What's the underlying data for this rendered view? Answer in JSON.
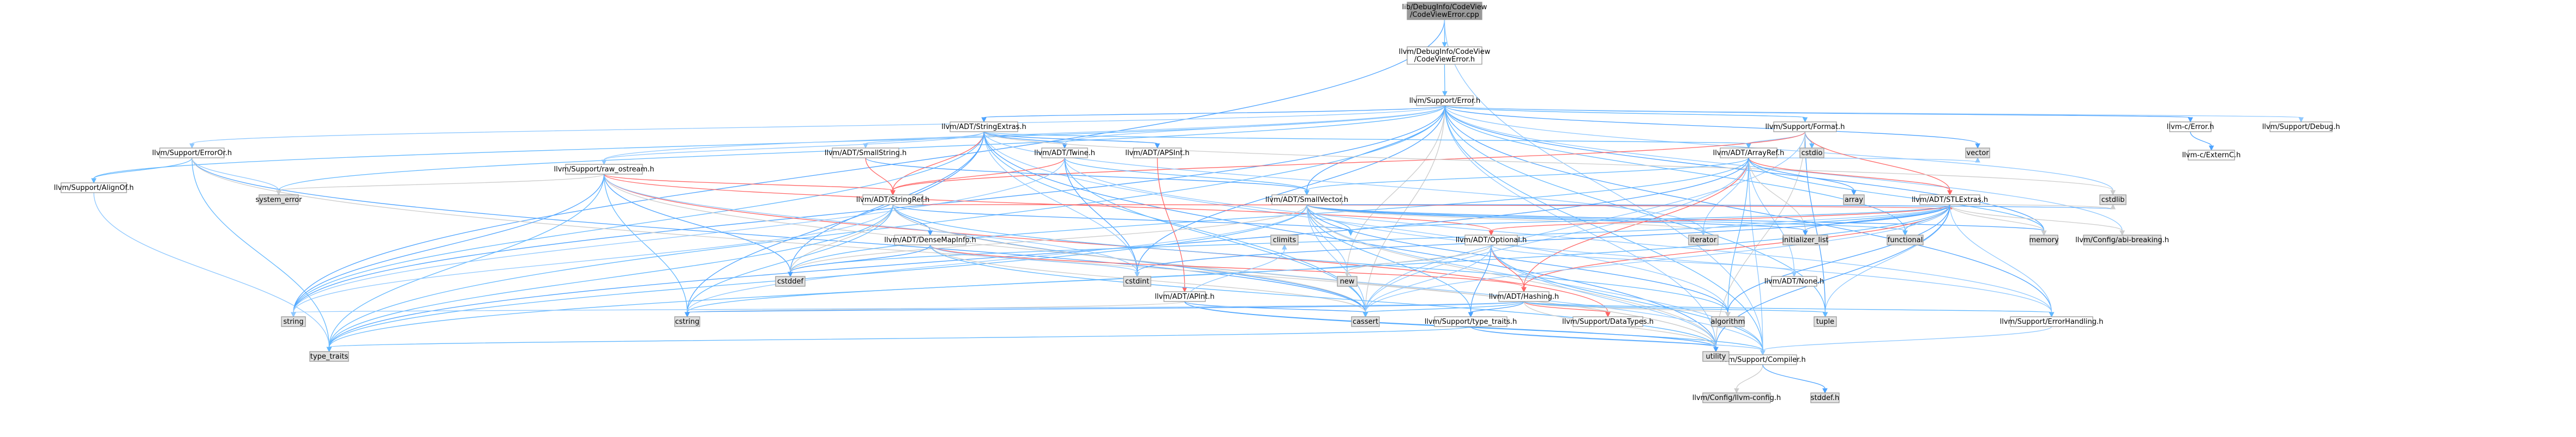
{
  "colors": {
    "root_fill": "#999999",
    "doc_fill": "#ffffff",
    "sys_fill": "#e0e0e0",
    "red_border": "#ff0000",
    "gray_border": "#999999",
    "edge_palette": [
      "#63b8ff",
      "#ff6666",
      "#cccccc",
      "#4da3ff",
      "#8fc8ff"
    ]
  },
  "nodes": [
    {
      "id": "root",
      "lines": [
        "lib/DebugInfo/CodeView",
        "/CodeViewError.cpp"
      ],
      "kind": "root"
    },
    {
      "id": "cverr",
      "lines": [
        "llvm/DebugInfo/CodeView",
        "/CodeViewError.h"
      ],
      "kind": "doc"
    },
    {
      "id": "error",
      "lines": [
        "llvm/Support/Error.h"
      ],
      "kind": "doc"
    },
    {
      "id": "cerror",
      "lines": [
        "llvm-c/Error.h"
      ],
      "kind": "doc"
    },
    {
      "id": "externc",
      "lines": [
        "llvm-c/ExternC.h"
      ],
      "kind": "doc"
    },
    {
      "id": "debug",
      "lines": [
        "llvm/Support/Debug.h"
      ],
      "kind": "doc"
    },
    {
      "id": "format",
      "lines": [
        "llvm/Support/Format.h"
      ],
      "kind": "doc"
    },
    {
      "id": "stringextras",
      "lines": [
        "llvm/ADT/StringExtras.h"
      ],
      "kind": "doc"
    },
    {
      "id": "errorortag",
      "lines": [
        "llvm/Support/ErrorOr.h"
      ],
      "kind": "doc"
    },
    {
      "id": "alignof",
      "lines": [
        "llvm/Support/AlignOf.h"
      ],
      "kind": "doc"
    },
    {
      "id": "rawostream",
      "lines": [
        "llvm/Support/raw_ostream.h"
      ],
      "kind": "doc"
    },
    {
      "id": "smallstring",
      "lines": [
        "llvm/ADT/SmallString.h"
      ],
      "kind": "doc"
    },
    {
      "id": "twine",
      "lines": [
        "llvm/ADT/Twine.h"
      ],
      "kind": "doc"
    },
    {
      "id": "apsint",
      "lines": [
        "llvm/ADT/APSInt.h"
      ],
      "kind": "doc"
    },
    {
      "id": "arrayref",
      "lines": [
        "llvm/ADT/ArrayRef.h"
      ],
      "kind": "doc"
    },
    {
      "id": "stringref",
      "lines": [
        "llvm/ADT/StringRef.h"
      ],
      "kind": "red"
    },
    {
      "id": "smallvector",
      "lines": [
        "llvm/ADT/SmallVector.h"
      ],
      "kind": "doc"
    },
    {
      "id": "stlextras",
      "lines": [
        "llvm/ADT/STLExtras.h"
      ],
      "kind": "red"
    },
    {
      "id": "densemapinfo",
      "lines": [
        "llvm/ADT/DenseMapInfo.h"
      ],
      "kind": "doc"
    },
    {
      "id": "optional",
      "lines": [
        "llvm/ADT/Optional.h"
      ],
      "kind": "red"
    },
    {
      "id": "apint",
      "lines": [
        "llvm/ADT/APInt.h"
      ],
      "kind": "red"
    },
    {
      "id": "hashing",
      "lines": [
        "llvm/ADT/Hashing.h"
      ],
      "kind": "red"
    },
    {
      "id": "none",
      "lines": [
        "llvm/ADT/None.h"
      ],
      "kind": "doc"
    },
    {
      "id": "typetraits",
      "lines": [
        "llvm/Support/type_traits.h"
      ],
      "kind": "doc"
    },
    {
      "id": "datatypes",
      "lines": [
        "llvm/Support/DataTypes.h"
      ],
      "kind": "red"
    },
    {
      "id": "errorhandling",
      "lines": [
        "llvm/Support/ErrorHandling.h"
      ],
      "kind": "doc"
    },
    {
      "id": "compiler",
      "lines": [
        "llvm/Support/Compiler.h"
      ],
      "kind": "doc"
    },
    {
      "id": "abibreaking",
      "lines": [
        "llvm/Config/abi-breaking.h"
      ],
      "kind": "sys"
    },
    {
      "id": "llvmconfig",
      "lines": [
        "llvm/Config/llvm-config.h"
      ],
      "kind": "sys"
    },
    {
      "id": "stddef",
      "lines": [
        "stddef.h"
      ],
      "kind": "sys"
    },
    {
      "id": "systemerror",
      "lines": [
        "system_error"
      ],
      "kind": "sys"
    },
    {
      "id": "string",
      "lines": [
        "string"
      ],
      "kind": "sys"
    },
    {
      "id": "typetraitsstd",
      "lines": [
        "type_traits"
      ],
      "kind": "sys"
    },
    {
      "id": "utility",
      "lines": [
        "utility"
      ],
      "kind": "sys"
    },
    {
      "id": "cassert",
      "lines": [
        "cassert"
      ],
      "kind": "sys"
    },
    {
      "id": "cstring",
      "lines": [
        "cstring"
      ],
      "kind": "sys"
    },
    {
      "id": "cstddef",
      "lines": [
        "cstddef"
      ],
      "kind": "sys"
    },
    {
      "id": "cstdint",
      "lines": [
        "cstdint"
      ],
      "kind": "sys"
    },
    {
      "id": "climits",
      "lines": [
        "climits"
      ],
      "kind": "sys"
    },
    {
      "id": "new",
      "lines": [
        "new"
      ],
      "kind": "sys"
    },
    {
      "id": "iterator",
      "lines": [
        "iterator"
      ],
      "kind": "sys"
    },
    {
      "id": "initlist",
      "lines": [
        "initializer_list"
      ],
      "kind": "sys"
    },
    {
      "id": "functional",
      "lines": [
        "functional"
      ],
      "kind": "sys"
    },
    {
      "id": "memory",
      "lines": [
        "memory"
      ],
      "kind": "sys"
    },
    {
      "id": "cstdlib",
      "lines": [
        "cstdlib"
      ],
      "kind": "sys"
    },
    {
      "id": "array",
      "lines": [
        "array"
      ],
      "kind": "sys"
    },
    {
      "id": "vector",
      "lines": [
        "vector"
      ],
      "kind": "sys"
    },
    {
      "id": "cstdio",
      "lines": [
        "cstdio"
      ],
      "kind": "sys"
    },
    {
      "id": "algorithm",
      "lines": [
        "algorithm"
      ],
      "kind": "sys"
    },
    {
      "id": "tuple",
      "lines": [
        "tuple"
      ],
      "kind": "sys"
    }
  ],
  "edges": [
    [
      "root",
      "cverr"
    ],
    [
      "root",
      "string"
    ],
    [
      "root",
      "compiler"
    ],
    [
      "cverr",
      "error"
    ],
    [
      "error",
      "cerror"
    ],
    [
      "error",
      "debug"
    ],
    [
      "error",
      "format"
    ],
    [
      "error",
      "stringextras"
    ],
    [
      "error",
      "errorortag"
    ],
    [
      "error",
      "alignof"
    ],
    [
      "error",
      "smallvector"
    ],
    [
      "error",
      "twine"
    ],
    [
      "error",
      "systemerror"
    ],
    [
      "error",
      "string"
    ],
    [
      "error",
      "utility"
    ],
    [
      "error",
      "cassert"
    ],
    [
      "error",
      "cstdint"
    ],
    [
      "error",
      "cstdlib"
    ],
    [
      "error",
      "functional"
    ],
    [
      "error",
      "memory"
    ],
    [
      "error",
      "new"
    ],
    [
      "error",
      "tuple"
    ],
    [
      "error",
      "vector"
    ],
    [
      "error",
      "abibreaking"
    ],
    [
      "error",
      "compiler"
    ],
    [
      "error",
      "errorhandling"
    ],
    [
      "error",
      "rawostream"
    ],
    [
      "error",
      "typetraitsstd"
    ],
    [
      "cerror",
      "externc"
    ],
    [
      "format",
      "arrayref"
    ],
    [
      "format",
      "stringref"
    ],
    [
      "format",
      "stlextras"
    ],
    [
      "format",
      "cassert"
    ],
    [
      "format",
      "cstdio"
    ],
    [
      "format",
      "tuple"
    ],
    [
      "format",
      "utility"
    ],
    [
      "stringextras",
      "arrayref"
    ],
    [
      "stringextras",
      "apsint"
    ],
    [
      "stringextras",
      "smallstring"
    ],
    [
      "stringextras",
      "stringref"
    ],
    [
      "stringextras",
      "twine"
    ],
    [
      "stringextras",
      "algorithm"
    ],
    [
      "stringextras",
      "cassert"
    ],
    [
      "stringextras",
      "cstddef"
    ],
    [
      "stringextras",
      "cstdint"
    ],
    [
      "stringextras",
      "cstdlib"
    ],
    [
      "stringextras",
      "cstring"
    ],
    [
      "stringextras",
      "iterator"
    ],
    [
      "stringextras",
      "string"
    ],
    [
      "stringextras",
      "utility"
    ],
    [
      "stringextras",
      "rawostream"
    ],
    [
      "errorortag",
      "alignof"
    ],
    [
      "errorortag",
      "cassert"
    ],
    [
      "errorortag",
      "systemerror"
    ],
    [
      "errorortag",
      "typetraitsstd"
    ],
    [
      "errorortag",
      "utility"
    ],
    [
      "alignof",
      "typetraitsstd"
    ],
    [
      "rawostream",
      "stringref"
    ],
    [
      "rawostream",
      "optional"
    ],
    [
      "rawostream",
      "datatypes"
    ],
    [
      "rawostream",
      "cassert"
    ],
    [
      "rawostream",
      "cstddef"
    ],
    [
      "rawostream",
      "cstdint"
    ],
    [
      "rawostream",
      "cstring"
    ],
    [
      "rawostream",
      "string"
    ],
    [
      "rawostream",
      "systemerror"
    ],
    [
      "rawostream",
      "typetraitsstd"
    ],
    [
      "smallstring",
      "smallvector"
    ],
    [
      "smallstring",
      "stringref"
    ],
    [
      "twine",
      "smallvector"
    ],
    [
      "twine",
      "stringref"
    ],
    [
      "twine",
      "errorhandling"
    ],
    [
      "twine",
      "cassert"
    ],
    [
      "twine",
      "cstdint"
    ],
    [
      "twine",
      "string"
    ],
    [
      "apsint",
      "apint"
    ],
    [
      "arrayref",
      "hashing"
    ],
    [
      "arrayref",
      "none"
    ],
    [
      "arrayref",
      "smallvector"
    ],
    [
      "arrayref",
      "stlextras"
    ],
    [
      "arrayref",
      "compiler"
    ],
    [
      "arrayref",
      "algorithm"
    ],
    [
      "arrayref",
      "array"
    ],
    [
      "arrayref",
      "cassert"
    ],
    [
      "arrayref",
      "cstddef"
    ],
    [
      "arrayref",
      "initlist"
    ],
    [
      "arrayref",
      "iterator"
    ],
    [
      "arrayref",
      "memory"
    ],
    [
      "arrayref",
      "typetraitsstd"
    ],
    [
      "arrayref",
      "vector"
    ],
    [
      "stringref",
      "stlextras"
    ],
    [
      "stringref",
      "densemapinfo"
    ],
    [
      "stringref",
      "compiler"
    ],
    [
      "stringref",
      "algorithm"
    ],
    [
      "stringref",
      "cassert"
    ],
    [
      "stringref",
      "cstddef"
    ],
    [
      "stringref",
      "cstring"
    ],
    [
      "stringref",
      "limits"
    ],
    [
      "stringref",
      "string"
    ],
    [
      "stringref",
      "typetraitsstd"
    ],
    [
      "stringref",
      "utility"
    ],
    [
      "smallvector",
      "compiler"
    ],
    [
      "smallvector",
      "typetraits"
    ],
    [
      "smallvector",
      "algorithm"
    ],
    [
      "smallvector",
      "cassert"
    ],
    [
      "smallvector",
      "cstddef"
    ],
    [
      "smallvector",
      "cstdlib"
    ],
    [
      "smallvector",
      "cstring"
    ],
    [
      "smallvector",
      "functional"
    ],
    [
      "smallvector",
      "initlist"
    ],
    [
      "smallvector",
      "iterator"
    ],
    [
      "smallvector",
      "limits"
    ],
    [
      "smallvector",
      "memory"
    ],
    [
      "smallvector",
      "new"
    ],
    [
      "smallvector",
      "typetraitsstd"
    ],
    [
      "smallvector",
      "utility"
    ],
    [
      "smallvector",
      "errorhandling"
    ],
    [
      "stlextras",
      "optional"
    ],
    [
      "stlextras",
      "hashing"
    ],
    [
      "stlextras",
      "errorhandling"
    ],
    [
      "stlextras",
      "abibreaking"
    ],
    [
      "stlextras",
      "algorithm"
    ],
    [
      "stlextras",
      "cassert"
    ],
    [
      "stlextras",
      "cstddef"
    ],
    [
      "stlextras",
      "cstdint"
    ],
    [
      "stlextras",
      "cstdlib"
    ],
    [
      "stlextras",
      "functional"
    ],
    [
      "stlextras",
      "initlist"
    ],
    [
      "stlextras",
      "iterator"
    ],
    [
      "stlextras",
      "limits"
    ],
    [
      "stlextras",
      "memory"
    ],
    [
      "stlextras",
      "tuple"
    ],
    [
      "stlextras",
      "typetraitsstd"
    ],
    [
      "stlextras",
      "utility"
    ],
    [
      "densemapinfo",
      "hashing"
    ],
    [
      "densemapinfo",
      "cassert"
    ],
    [
      "densemapinfo",
      "cstddef"
    ],
    [
      "densemapinfo",
      "cstdint"
    ],
    [
      "densemapinfo",
      "utility"
    ],
    [
      "optional",
      "hashing"
    ],
    [
      "optional",
      "none"
    ],
    [
      "optional",
      "compiler"
    ],
    [
      "optional",
      "typetraits"
    ],
    [
      "optional",
      "cassert"
    ],
    [
      "optional",
      "cstring"
    ],
    [
      "optional",
      "new"
    ],
    [
      "optional",
      "utility"
    ],
    [
      "apint",
      "compiler"
    ],
    [
      "apint",
      "cassert"
    ],
    [
      "apint",
      "climits"
    ],
    [
      "apint",
      "cstring"
    ],
    [
      "apint",
      "utility"
    ],
    [
      "hashing",
      "datatypes"
    ],
    [
      "hashing",
      "errorhandling"
    ],
    [
      "hashing",
      "typetraits"
    ],
    [
      "hashing",
      "algorithm"
    ],
    [
      "hashing",
      "cassert"
    ],
    [
      "hashing",
      "cstring"
    ],
    [
      "hashing",
      "string"
    ],
    [
      "hashing",
      "tuple"
    ],
    [
      "hashing",
      "utility"
    ],
    [
      "typetraits",
      "compiler"
    ],
    [
      "typetraits",
      "typetraitsstd"
    ],
    [
      "typetraits",
      "utility"
    ],
    [
      "errorhandling",
      "compiler"
    ],
    [
      "compiler",
      "llvmconfig"
    ],
    [
      "compiler",
      "stddef"
    ]
  ]
}
